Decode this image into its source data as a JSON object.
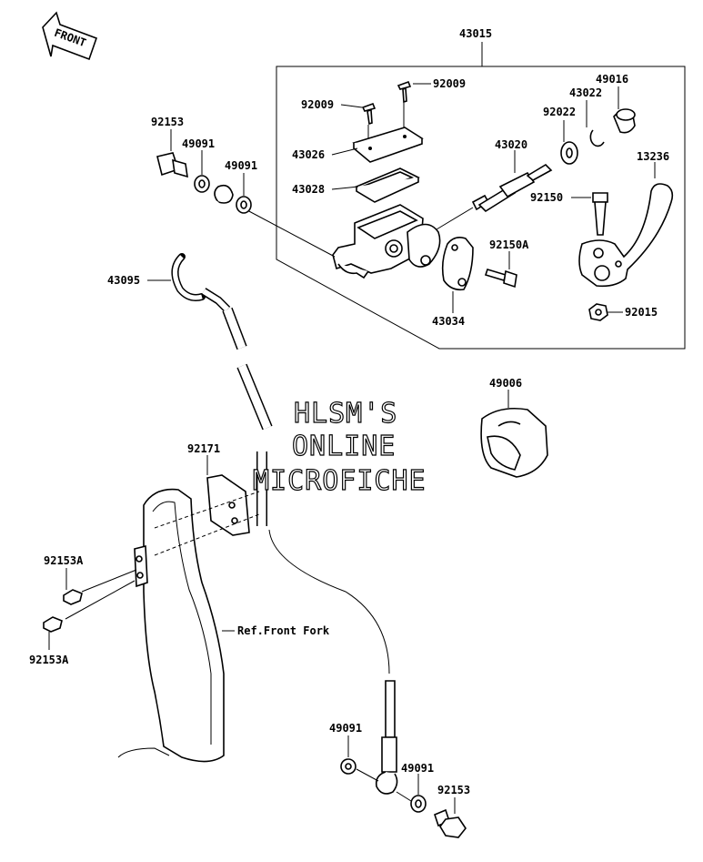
{
  "compass": {
    "label": "FRONT"
  },
  "watermark": {
    "line1": "HLSM'S",
    "line2": "ONLINE",
    "line3": "MICROFICHE"
  },
  "reference_note": "Ref.Front Fork",
  "part_labels": {
    "p43015": "43015",
    "p92009_a": "92009",
    "p92009_b": "92009",
    "p49016": "49016",
    "p43022": "43022",
    "p92022": "92022",
    "p43020": "43020",
    "p13236": "13236",
    "p92153_top": "92153",
    "p49091_a": "49091",
    "p49091_b": "49091",
    "p43026": "43026",
    "p43028": "43028",
    "p92150": "92150",
    "p92150A": "92150A",
    "p43095": "43095",
    "p43034": "43034",
    "p92015": "92015",
    "p49006": "49006",
    "p92171": "92171",
    "p92153A_a": "92153A",
    "p92153A_b": "92153A",
    "p49091_c": "49091",
    "p49091_d": "49091",
    "p92153_bottom": "92153"
  }
}
